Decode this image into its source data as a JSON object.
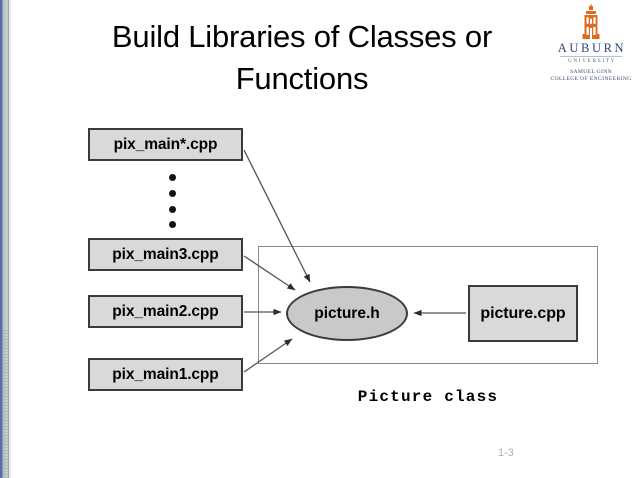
{
  "slide": {
    "title": "Build Libraries of Classes or Functions",
    "page_number": "1-3",
    "background_color": "#ffffff",
    "edge_stripe_color": "#5b6ba8"
  },
  "logo": {
    "name": "auburn-university-logo",
    "institution": "AUBURN",
    "subtitle": "UNIVERSITY",
    "college_line1": "SAMUEL GINN",
    "college_line2": "COLLEGE OF ENGINEERING",
    "mark_color": "#dd6b20",
    "text_color": "#31457a"
  },
  "diagram": {
    "client_boxes": [
      {
        "label": "pix_main*.cpp"
      },
      {
        "label": "pix_main3.cpp"
      },
      {
        "label": "pix_main2.cpp"
      },
      {
        "label": "pix_main1.cpp"
      }
    ],
    "ellipsis_dots": 4,
    "header_node": {
      "label": "picture.h",
      "shape": "ellipse",
      "fill": "#c9c9c9"
    },
    "impl_box": {
      "label": "picture.cpp",
      "shape": "rect",
      "fill": "#d9d9d9"
    },
    "group_label": "Picture class",
    "box_fill": "#d9d9d9",
    "box_border": "#3b3b3b",
    "arrow_color": "#444444"
  }
}
